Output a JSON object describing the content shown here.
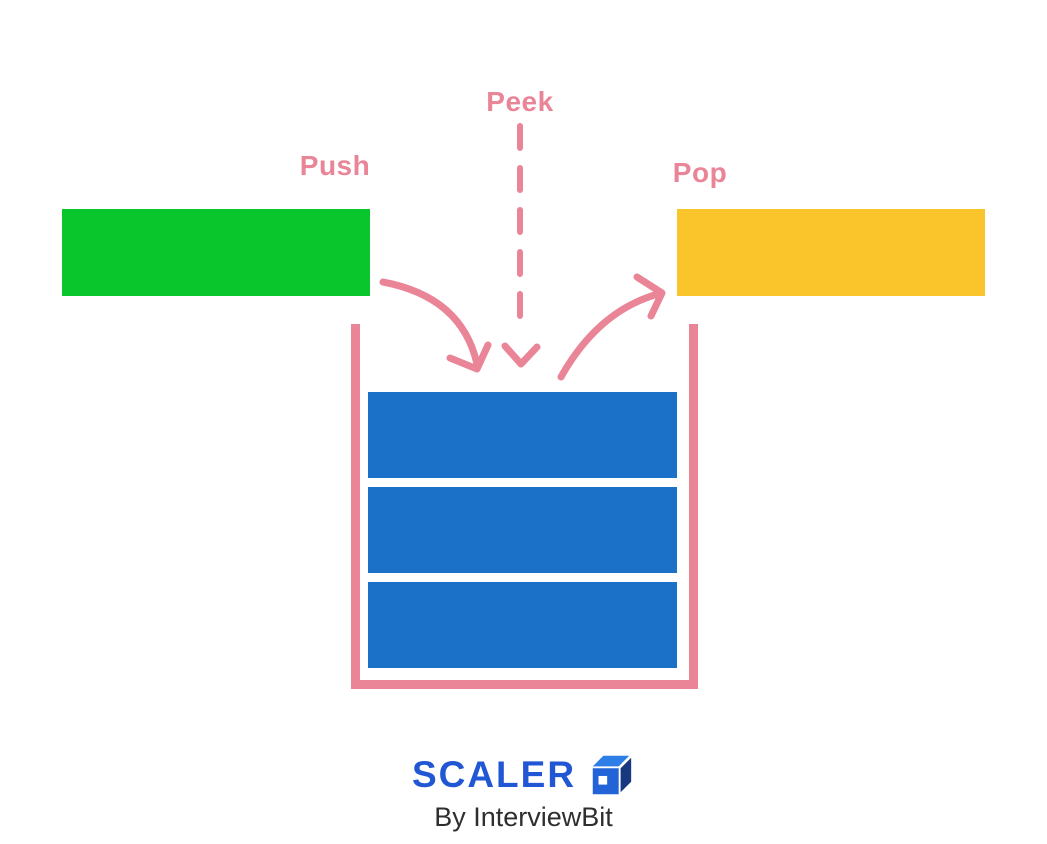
{
  "diagram": {
    "title_implied": "Stack operations",
    "labels": {
      "push": "Push",
      "peek": "Peek",
      "pop": "Pop"
    },
    "stack": {
      "element_count": 3
    },
    "arrows": [
      {
        "name": "push-arrow",
        "style": "curved-solid",
        "direction": "into-stack-top"
      },
      {
        "name": "peek-arrow",
        "style": "dashed-vertical",
        "direction": "down-to-stack-top"
      },
      {
        "name": "pop-arrow",
        "style": "curved-solid",
        "direction": "out-of-stack-top"
      }
    ],
    "colors": {
      "pink": "#EA8597",
      "green": "#09C62C",
      "yellow": "#FAC52B",
      "blue": "#1B71C7",
      "logo_blue": "#2156D4",
      "logo_cube_light": "#2E7EE7",
      "logo_cube_front": "#2264D8",
      "logo_cube_dark": "#17377E",
      "text_dark": "#2E2E2E"
    }
  },
  "footer": {
    "brand": "SCALER",
    "logo_icon": "scaler-cube-icon",
    "byline": "By InterviewBit"
  }
}
